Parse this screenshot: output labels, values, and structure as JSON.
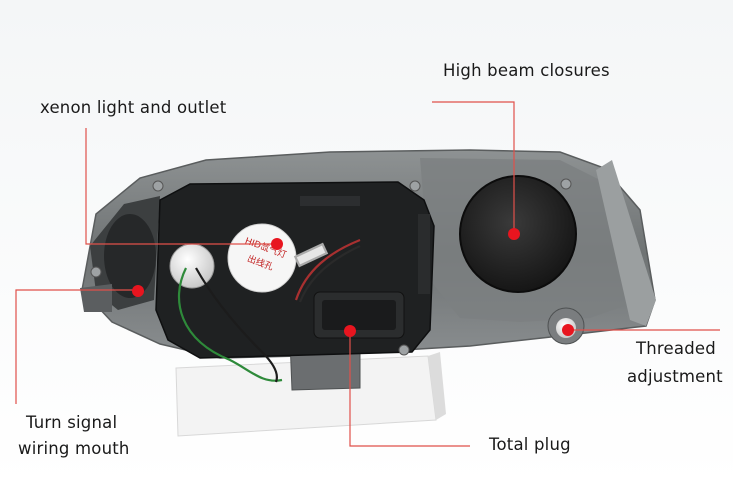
{
  "labels": {
    "high_beam": "High beam closures",
    "xenon": "xenon light and outlet",
    "threaded_line1": "Threaded",
    "threaded_line2": "adjustment",
    "turn_line1": "Turn signal",
    "turn_line2": "wiring mouth",
    "total_plug": "Total plug"
  },
  "sticker_text": "HID氙气灯 出线孔",
  "colors": {
    "callout": "#e8151f",
    "leader_line": "#e0504a",
    "background": "#ffffff"
  }
}
